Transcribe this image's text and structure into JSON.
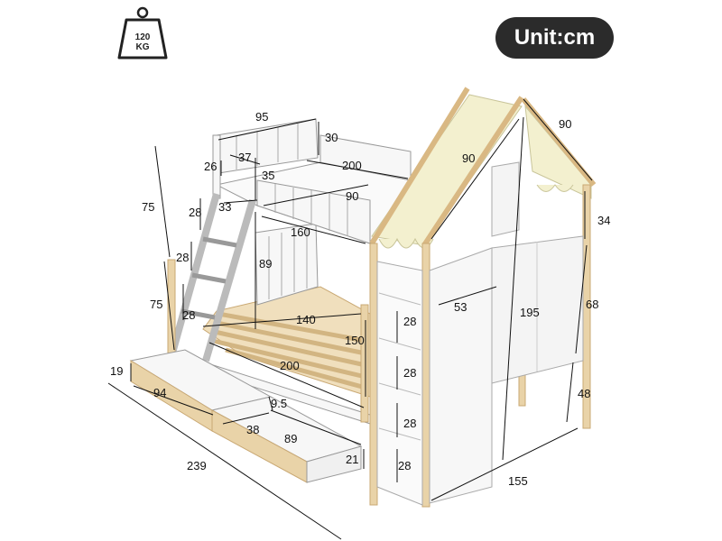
{
  "badges": {
    "weight_value": "120",
    "weight_unit": "KG",
    "unit_label": "Unit:cm"
  },
  "icons": [
    "weight-icon"
  ],
  "colors": {
    "wood": "#e9d3a8",
    "wood_edge": "#c9a873",
    "white_panel": "#f7f7f7",
    "roof_fabric": "#f3f0cf",
    "line": "#111111",
    "badge_bg": "#2b2b2b"
  },
  "dimensions": {
    "top_width": "95",
    "top_rail_height": "30",
    "ladder_top_offset": "26",
    "ladder_top_step": "37",
    "upper_guard_height": "35",
    "upper_length": "200",
    "upper_width": "90",
    "left_upper_height": "75",
    "ladder_step_1": "28",
    "ladder_spacing": "33",
    "ladder_step_2": "28",
    "lower_headboard_height": "89",
    "upper_inner_length": "160",
    "left_lower_height": "75",
    "ladder_step_3": "28",
    "lower_width": "140",
    "lower_depth": "150",
    "lower_length": "200",
    "drawer_height": "19",
    "drawer_length": "94",
    "drawer_gap": "9.5",
    "drawer_inner": "38",
    "drawer_depth": "89",
    "drawer_front": "21",
    "total_length": "239",
    "house_roof_side": "90",
    "house_roof_top": "90",
    "roof_height": "34",
    "shelf_depth": "53",
    "shelf_1": "28",
    "shelf_2": "28",
    "shelf_3": "28",
    "shelf_4": "28",
    "total_height": "195",
    "cabinet_height": "68",
    "cabinet_legs": "48",
    "total_width": "155"
  }
}
